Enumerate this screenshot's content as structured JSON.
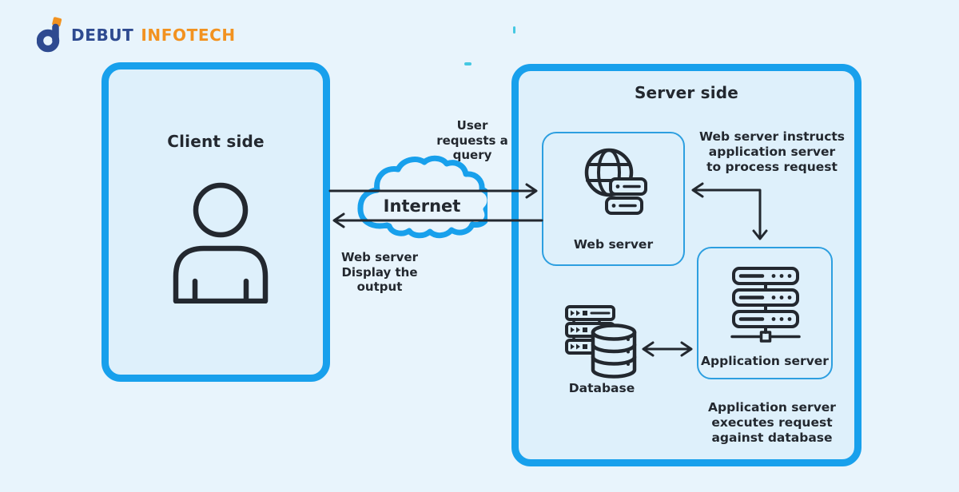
{
  "colors": {
    "background": "#e8f4fc",
    "panel": "#def0fb",
    "accent": "#18a0ec",
    "thin-border": "#2d9fe0",
    "ink": "#23282f",
    "logo-navy": "#2e4a90",
    "logo-orange": "#f29220",
    "cyan-mark": "#45c8e2"
  },
  "logo": {
    "brand": "DEBUT",
    "brand2": "INFOTECH",
    "icon": "debut-infotech-monogram-icon"
  },
  "client_side": {
    "title": "Client side",
    "icon": "person-icon"
  },
  "internet": {
    "label": "Internet",
    "icon": "cloud-icon"
  },
  "server_side": {
    "title": "Server side",
    "web_server": {
      "label": "Web server",
      "icon": "globe-server-icon"
    },
    "application_server": {
      "label": "Application server",
      "icon": "server-stack-icon"
    },
    "database": {
      "label": "Database",
      "icon": "database-cylinder-icon"
    }
  },
  "flow_labels": {
    "user_request": {
      "l1": "User",
      "l2": "requests a",
      "l3": "query"
    },
    "web_display": {
      "l1": "Web server",
      "l2": "Display the",
      "l3": "output"
    },
    "ws_instructs": {
      "l1": "Web server instructs",
      "l2": "application server",
      "l3": "to process request"
    },
    "app_executes": {
      "l1": "Application server",
      "l2": "executes request",
      "l3": "against database"
    }
  },
  "arrows": [
    "client-to-internet-arrow",
    "internet-to-client-arrow",
    "webserver-appserver-elbow-arrow",
    "database-appserver-double-arrow"
  ]
}
